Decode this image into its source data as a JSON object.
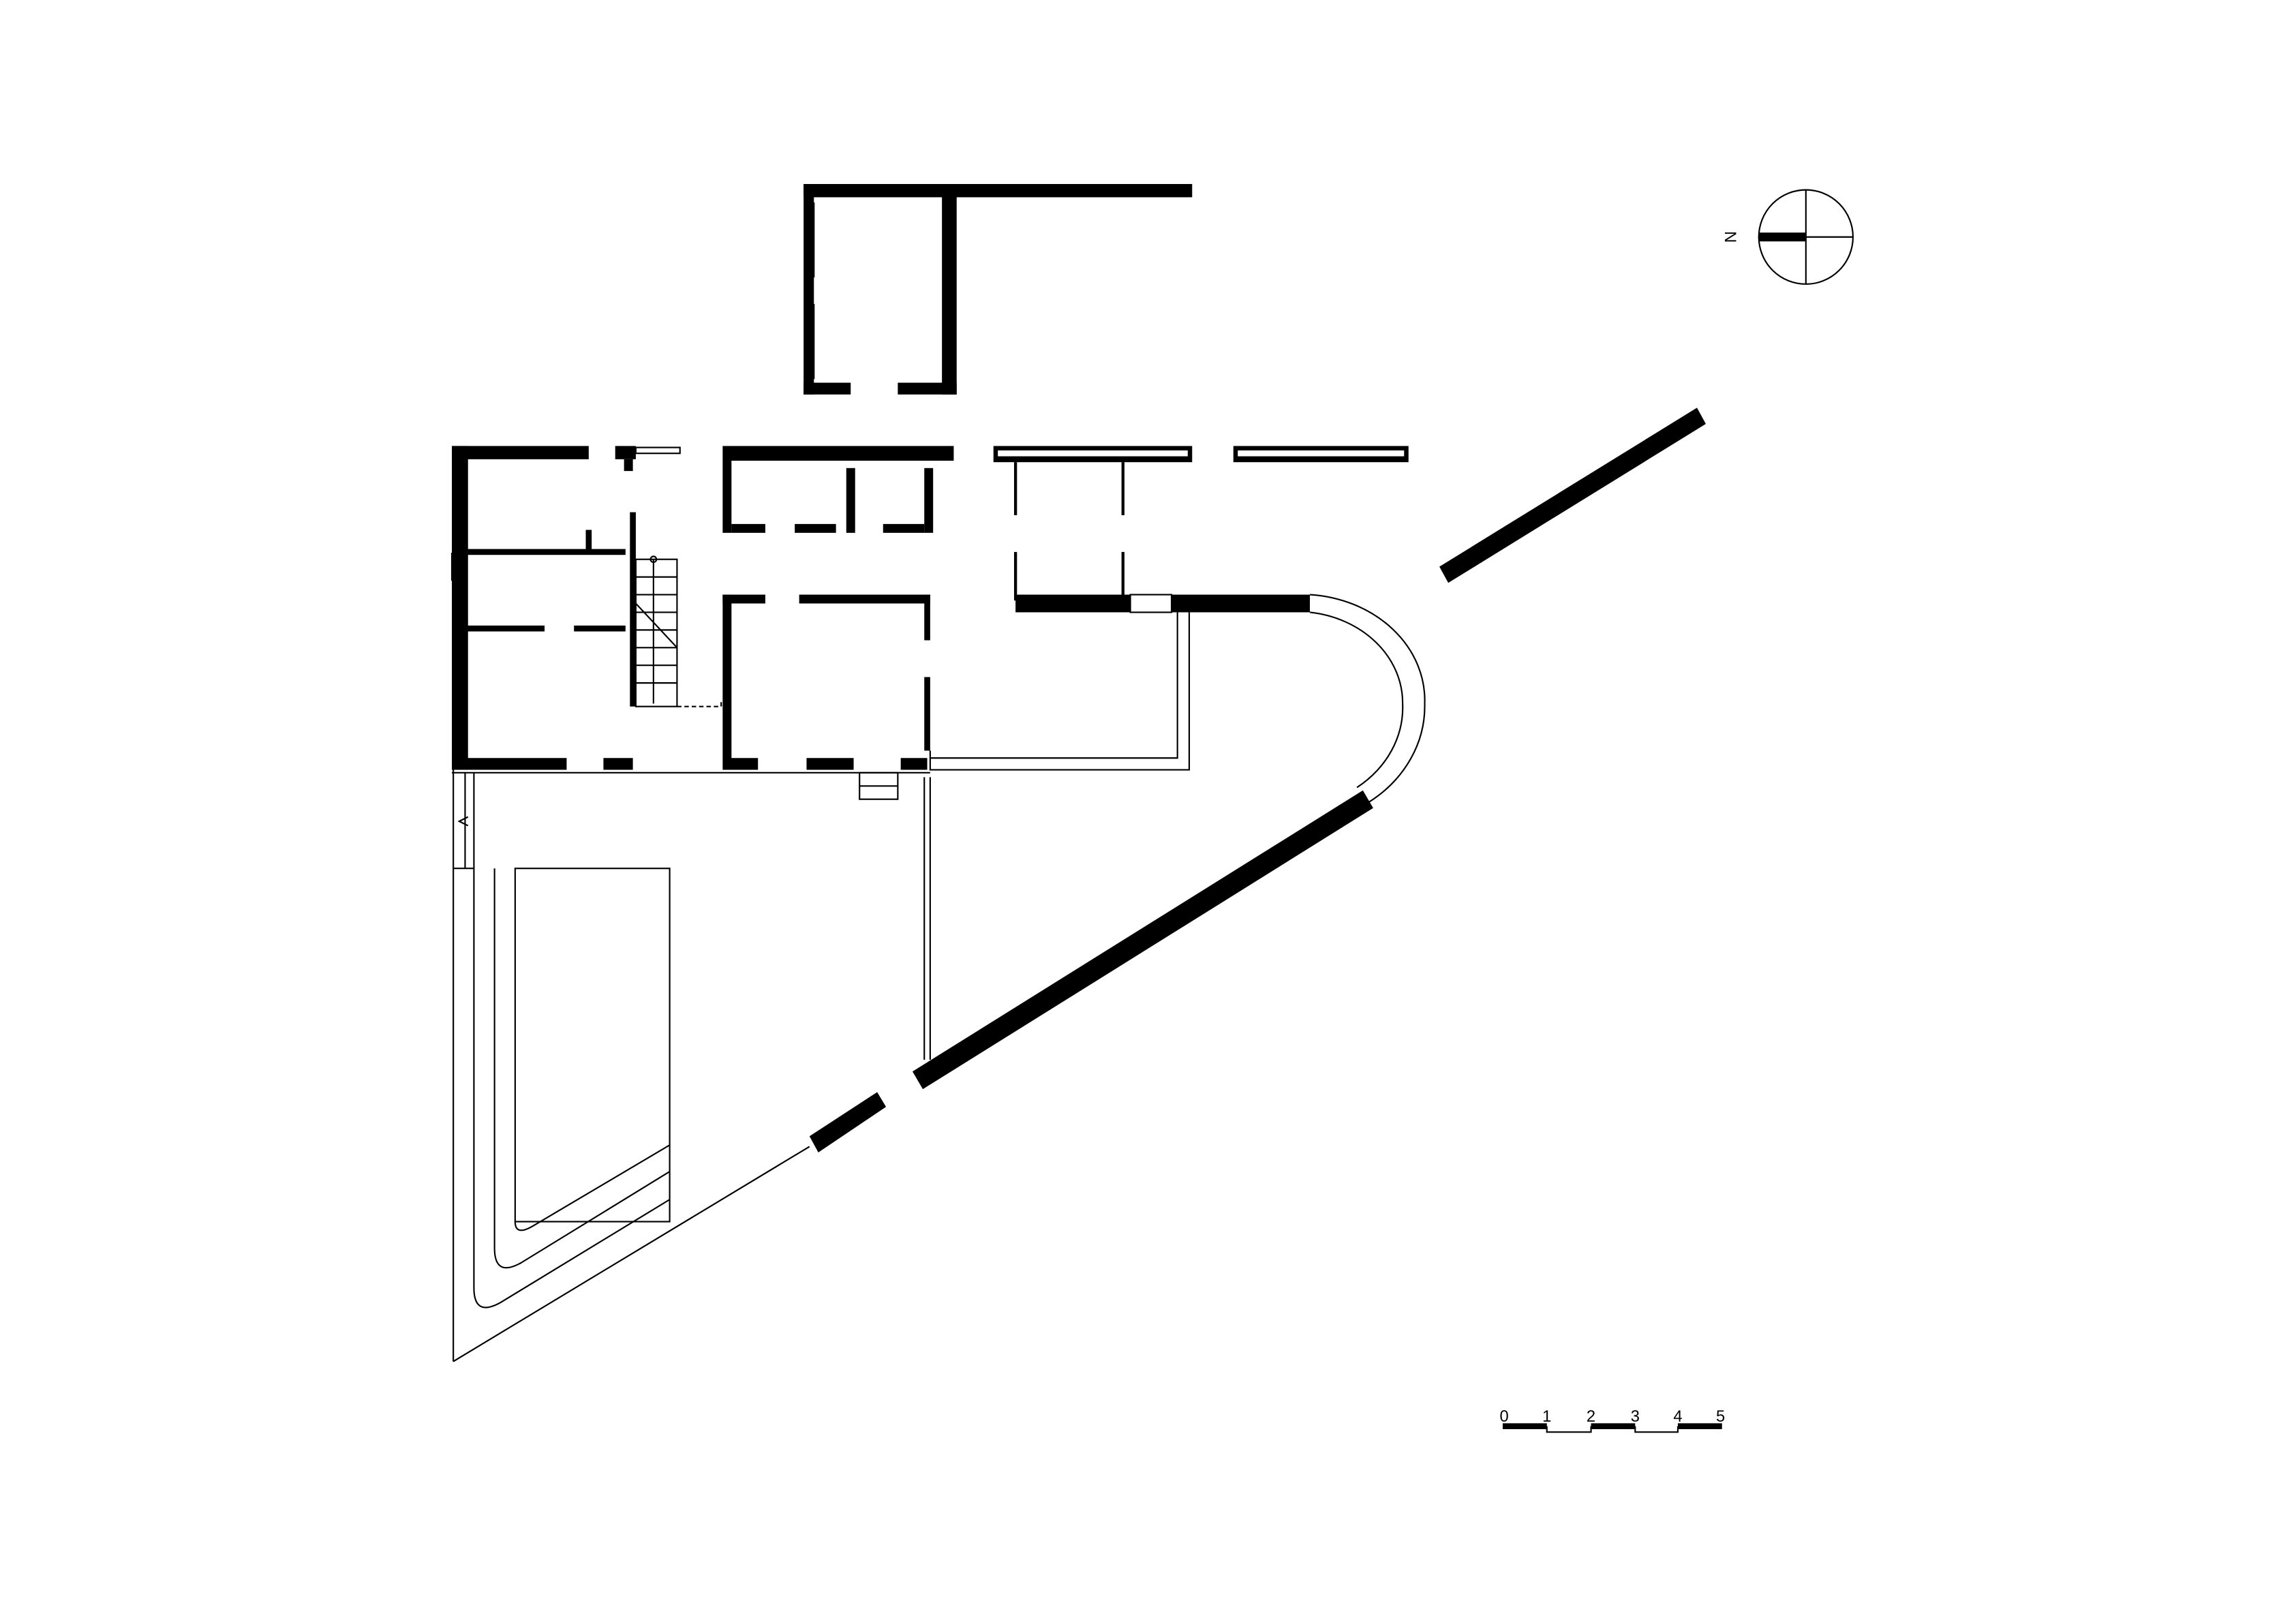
{
  "drawing": {
    "type": "architectural floor plan",
    "north_label": "N",
    "scale_bar": {
      "labels": [
        "0",
        "1",
        "2",
        "3",
        "4",
        "5"
      ],
      "unit": "m"
    },
    "colors": {
      "ink": "#000000",
      "paper": "#ffffff"
    }
  }
}
